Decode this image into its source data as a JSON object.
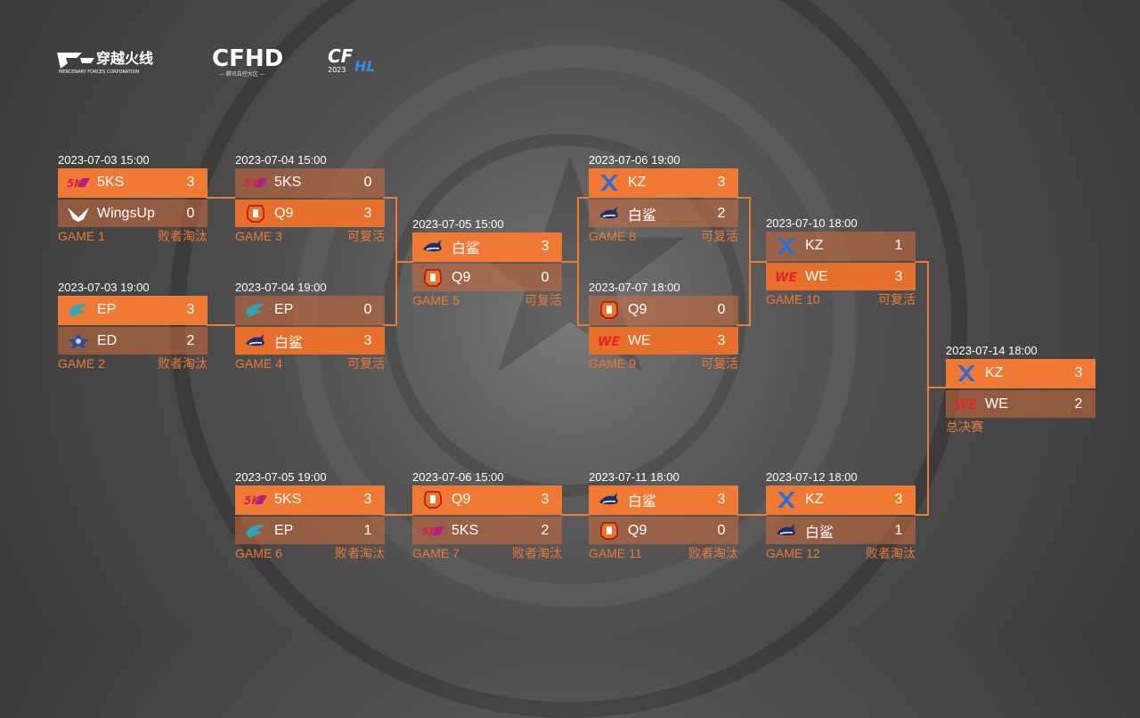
{
  "header": {
    "logo1_text": "穿越火线",
    "logo1_sub": "MERCENARY FORCES CORPORATION",
    "logo2_text": "CFHD",
    "logo2_sub": "— 腾讯自控大区 —",
    "logo3_text": "CF",
    "logo3_sub": "HL",
    "logo3_year": "2023"
  },
  "colors": {
    "accent": "#f07a34",
    "accent_dark": "#e56f2b"
  },
  "matches": {
    "g1": {
      "date": "2023-07-03 15:00",
      "t1": "5KS",
      "s1": "3",
      "i1": "5ks",
      "t2": "WingsUp",
      "s2": "0",
      "i2": "wingsup",
      "game": "GAME 1",
      "note": "败者淘汰"
    },
    "g2": {
      "date": "2023-07-03 19:00",
      "t1": "EP",
      "s1": "3",
      "i1": "ep",
      "t2": "ED",
      "s2": "2",
      "i2": "ed",
      "game": "GAME 2",
      "note": "败者淘汰"
    },
    "g3": {
      "date": "2023-07-04 15:00",
      "t1": "5KS",
      "s1": "0",
      "i1": "5ks",
      "t2": "Q9",
      "s2": "3",
      "i2": "q9",
      "game": "GAME 3",
      "note": "可复活"
    },
    "g4": {
      "date": "2023-07-04 19:00",
      "t1": "EP",
      "s1": "0",
      "i1": "ep",
      "t2": "白鲨",
      "s2": "3",
      "i2": "shark",
      "game": "GAME 4",
      "note": "可复活"
    },
    "g5": {
      "date": "2023-07-05 15:00",
      "t1": "白鲨",
      "s1": "3",
      "i1": "shark",
      "t2": "Q9",
      "s2": "0",
      "i2": "q9",
      "game": "GAME 5",
      "note": "可复活"
    },
    "g8": {
      "date": "2023-07-06 19:00",
      "t1": "KZ",
      "s1": "3",
      "i1": "kz",
      "t2": "白鲨",
      "s2": "2",
      "i2": "shark",
      "game": "GAME 8",
      "note": "可复活"
    },
    "g9": {
      "date": "2023-07-07 18:00",
      "t1": "Q9",
      "s1": "0",
      "i1": "q9",
      "t2": "WE",
      "s2": "3",
      "i2": "we",
      "game": "GAME 9",
      "note": "可复活"
    },
    "g10": {
      "date": "2023-07-10 18:00",
      "t1": "KZ",
      "s1": "1",
      "i1": "kz",
      "t2": "WE",
      "s2": "3",
      "i2": "we",
      "game": "GAME 10",
      "note": "可复活"
    },
    "final": {
      "date": "2023-07-14 18:00",
      "t1": "KZ",
      "s1": "3",
      "i1": "kz",
      "t2": "WE",
      "s2": "2",
      "i2": "we",
      "game": "总决赛",
      "note": ""
    },
    "g6": {
      "date": "2023-07-05 19:00",
      "t1": "5KS",
      "s1": "3",
      "i1": "5ks",
      "t2": "EP",
      "s2": "1",
      "i2": "ep",
      "game": "GAME 6",
      "note": "败者淘汰"
    },
    "g7": {
      "date": "2023-07-06 15:00",
      "t1": "Q9",
      "s1": "3",
      "i1": "q9",
      "t2": "5KS",
      "s2": "2",
      "i2": "5ks",
      "game": "GAME 7",
      "note": "败者淘汰"
    },
    "g11": {
      "date": "2023-07-11 18:00",
      "t1": "白鲨",
      "s1": "3",
      "i1": "shark",
      "t2": "Q9",
      "s2": "0",
      "i2": "q9",
      "game": "GAME 11",
      "note": "败者淘汰"
    },
    "g12": {
      "date": "2023-07-12 18:00",
      "t1": "KZ",
      "s1": "3",
      "i1": "kz",
      "t2": "白鲨",
      "s2": "1",
      "i2": "shark",
      "game": "GAME 12",
      "note": "败者淘汰"
    }
  }
}
